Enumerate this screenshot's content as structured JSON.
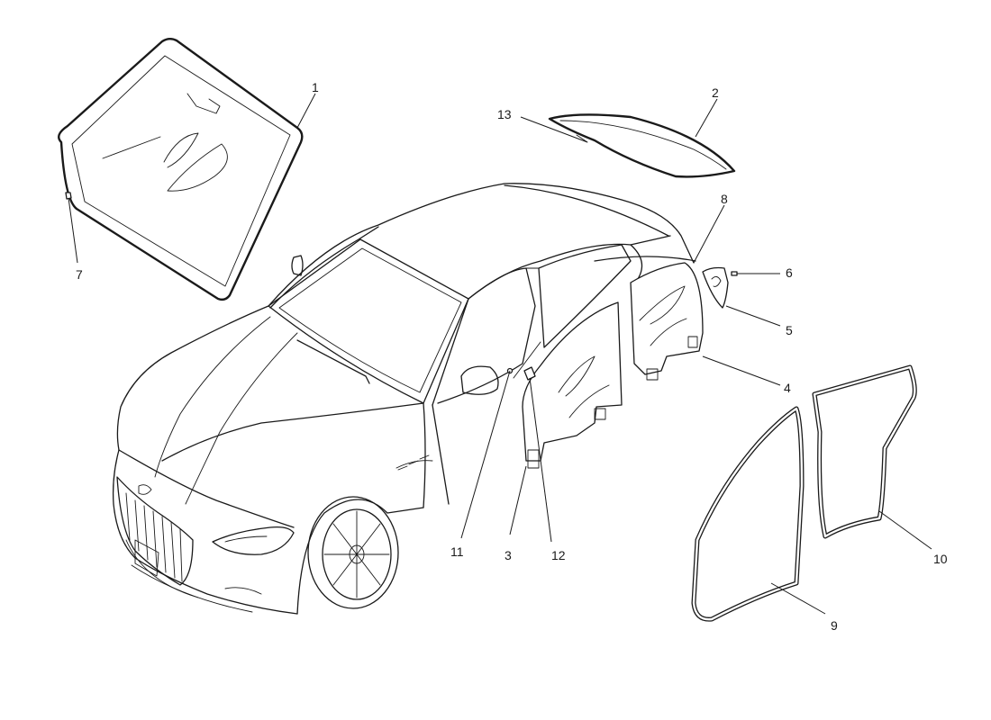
{
  "callouts": {
    "c1": "1",
    "c2": "2",
    "c3": "3",
    "c4": "4",
    "c5": "5",
    "c6": "6",
    "c7": "7",
    "c8": "8",
    "c9": "9",
    "c10": "10",
    "c11": "11",
    "c12": "12",
    "c13": "13"
  },
  "colors": {
    "line": "#1a1a1a",
    "background": "#ffffff"
  }
}
